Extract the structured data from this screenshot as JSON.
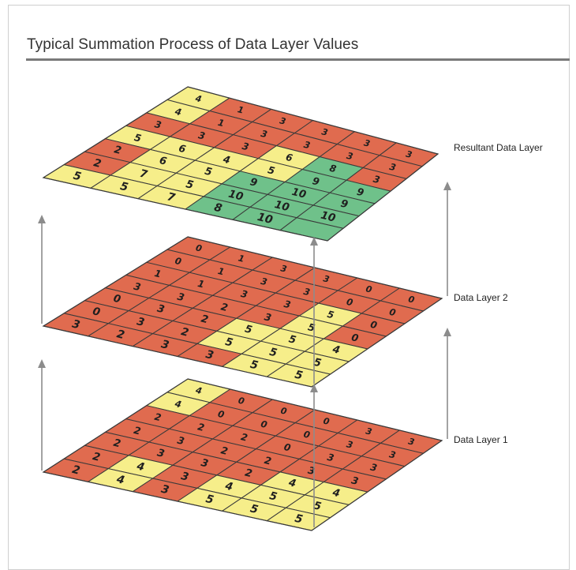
{
  "title": "Typical Summation Process of Data Layer Values",
  "colors": {
    "red": "#e06b4f",
    "yellow": "#f6ee8a",
    "green": "#6fc18a",
    "grid_line": "#3a3a3a",
    "arrow": "#8c8c8c"
  },
  "layers": [
    {
      "key": "resultant",
      "label": "Resultant Data Layer",
      "values": [
        [
          "4",
          "1",
          "3",
          "3",
          "3",
          "3"
        ],
        [
          "4",
          "1",
          "3",
          "3",
          "3",
          "3"
        ],
        [
          "3",
          "3",
          "3",
          "6",
          "8",
          "3"
        ],
        [
          "5",
          "6",
          "4",
          "5",
          "9",
          "9"
        ],
        [
          "2",
          "6",
          "5",
          "9",
          "10",
          "9"
        ],
        [
          "2",
          "7",
          "5",
          "10",
          "10",
          "10"
        ],
        [
          "5",
          "5",
          "7",
          "8",
          "10",
          ""
        ]
      ],
      "colors": [
        [
          "y",
          "r",
          "r",
          "r",
          "r",
          "r"
        ],
        [
          "y",
          "r",
          "r",
          "r",
          "r",
          "r"
        ],
        [
          "r",
          "r",
          "r",
          "y",
          "g",
          "r"
        ],
        [
          "y",
          "y",
          "y",
          "y",
          "g",
          "g"
        ],
        [
          "r",
          "y",
          "y",
          "g",
          "g",
          "g"
        ],
        [
          "r",
          "y",
          "y",
          "g",
          "g",
          "g"
        ],
        [
          "y",
          "y",
          "y",
          "g",
          "g",
          "g"
        ]
      ]
    },
    {
      "key": "layer2",
      "label": "Data Layer 2",
      "values": [
        [
          "0",
          "1",
          "3",
          "3",
          "0",
          "0"
        ],
        [
          "0",
          "1",
          "3",
          "3",
          "0",
          "0"
        ],
        [
          "1",
          "1",
          "3",
          "3",
          "5",
          "0"
        ],
        [
          "3",
          "3",
          "2",
          "3",
          "5",
          "0"
        ],
        [
          "0",
          "3",
          "2",
          "5",
          "5",
          "4"
        ],
        [
          "0",
          "3",
          "2",
          "5",
          "5",
          "5"
        ],
        [
          "3",
          "2",
          "3",
          "3",
          "5",
          "5"
        ]
      ],
      "colors": [
        [
          "r",
          "r",
          "r",
          "r",
          "r",
          "r"
        ],
        [
          "r",
          "r",
          "r",
          "r",
          "r",
          "r"
        ],
        [
          "r",
          "r",
          "r",
          "r",
          "y",
          "r"
        ],
        [
          "r",
          "r",
          "r",
          "r",
          "y",
          "r"
        ],
        [
          "r",
          "r",
          "r",
          "y",
          "y",
          "y"
        ],
        [
          "r",
          "r",
          "r",
          "y",
          "y",
          "y"
        ],
        [
          "r",
          "r",
          "r",
          "r",
          "y",
          "y"
        ]
      ]
    },
    {
      "key": "layer1",
      "label": "Data Layer 1",
      "values": [
        [
          "4",
          "0",
          "0",
          "0",
          "3",
          "3"
        ],
        [
          "4",
          "0",
          "0",
          "0",
          "3",
          "3"
        ],
        [
          "2",
          "2",
          "2",
          "0",
          "3",
          "3"
        ],
        [
          "2",
          "3",
          "2",
          "2",
          "3",
          "3"
        ],
        [
          "2",
          "3",
          "3",
          "2",
          "4",
          "4"
        ],
        [
          "2",
          "4",
          "3",
          "4",
          "5",
          "5"
        ],
        [
          "2",
          "4",
          "3",
          "5",
          "5",
          "5"
        ]
      ],
      "colors": [
        [
          "y",
          "r",
          "r",
          "r",
          "r",
          "r"
        ],
        [
          "y",
          "r",
          "r",
          "r",
          "r",
          "r"
        ],
        [
          "r",
          "r",
          "r",
          "r",
          "r",
          "r"
        ],
        [
          "r",
          "r",
          "r",
          "r",
          "r",
          "r"
        ],
        [
          "r",
          "r",
          "r",
          "r",
          "y",
          "y"
        ],
        [
          "r",
          "y",
          "r",
          "y",
          "y",
          "y"
        ],
        [
          "r",
          "y",
          "r",
          "y",
          "y",
          "y"
        ]
      ]
    }
  ]
}
